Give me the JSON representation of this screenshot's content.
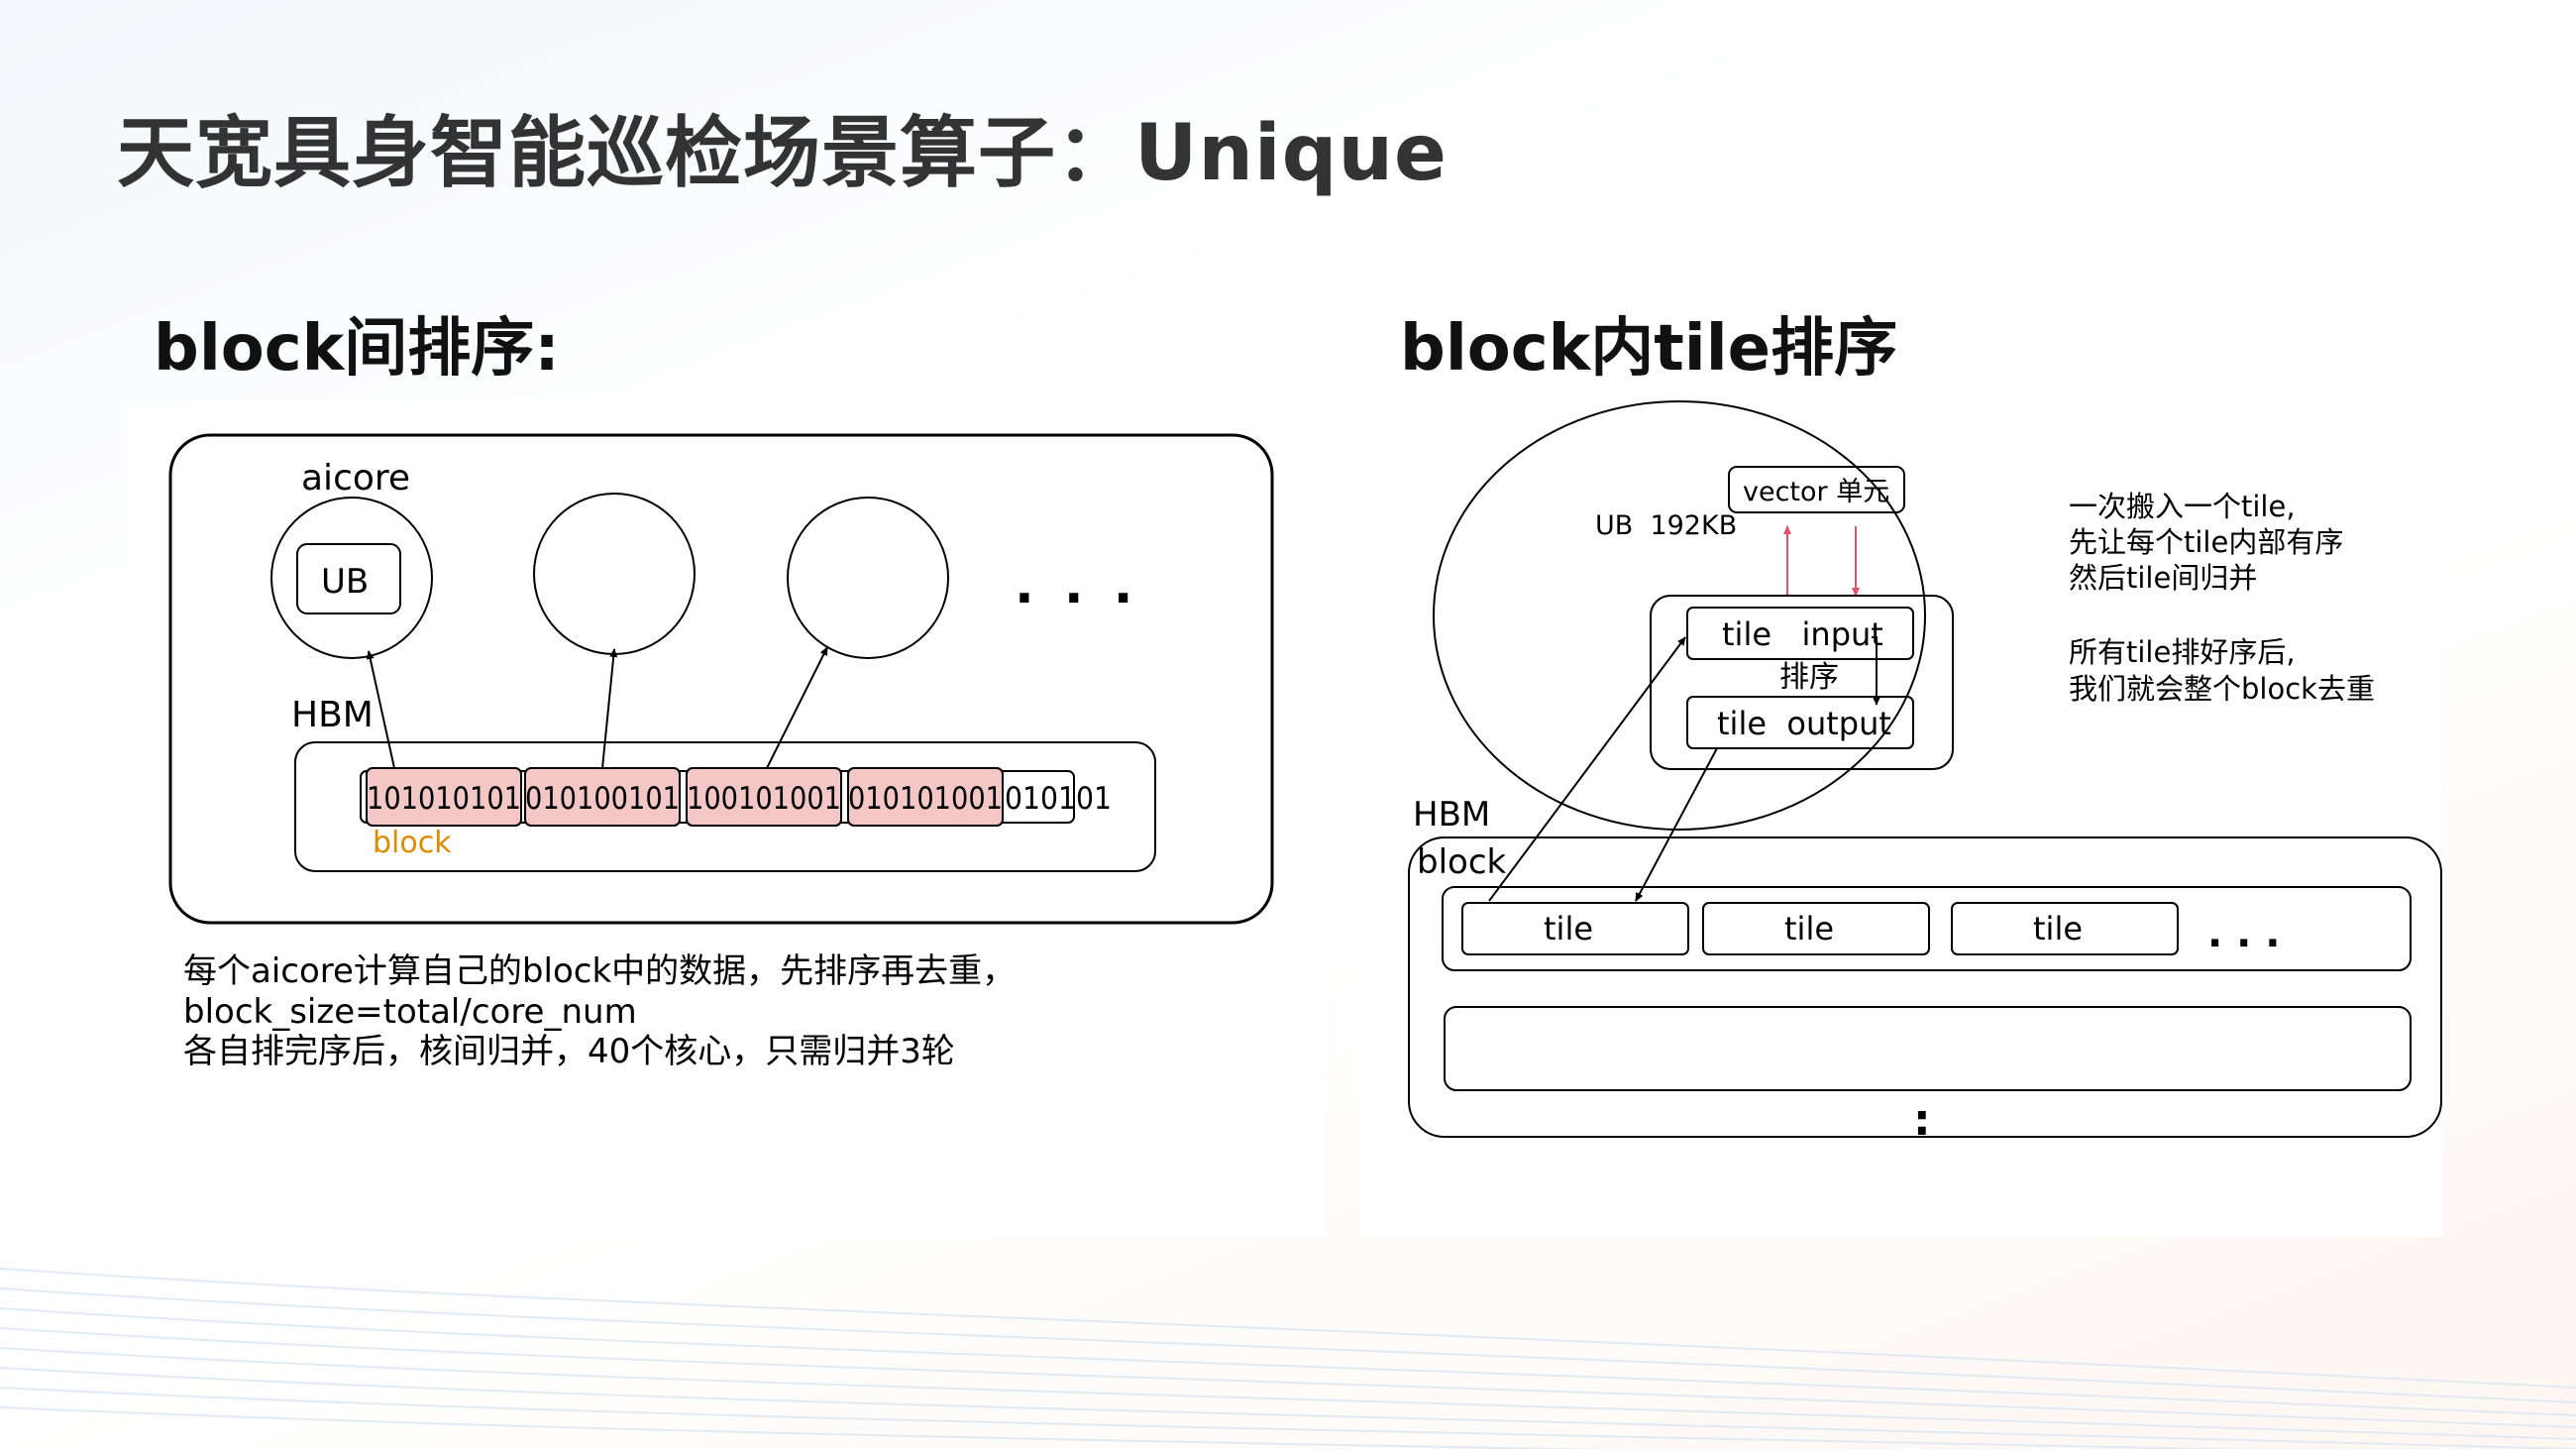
{
  "title": "天宽具身智能巡检场景算子：Unique",
  "left": {
    "heading": "block间排序:",
    "aicore_label": "aicore",
    "ub_label": "UB",
    "hbm_label": "HBM",
    "blocks": [
      "101010101",
      "010100101",
      "100101001",
      "010101001"
    ],
    "tail_bits": "010101",
    "block_label": "block",
    "ellipsis": "· · ·",
    "description": [
      "每个aicore计算自己的block中的数据，先排序再去重，",
      "block_size=total/core_num",
      "各自排完序后，核间归并，40个核心，只需归并3轮"
    ]
  },
  "right": {
    "heading": "block内tile排序",
    "vector_unit": "vector 单元",
    "ub_label": "UB  192KB",
    "tile_input": "tile   input",
    "sort_label": "排序",
    "tile_output": "tile  output",
    "hbm_label": "HBM",
    "block_label": "block",
    "tiles": [
      "tile",
      "tile",
      "tile"
    ],
    "ellipsis": ". . .",
    "vertical_dots": ":",
    "notes": [
      "一次搬入一个tile,",
      "先让每个tile内部有序",
      "然后tile间归并",
      "",
      "所有tile排好序后,",
      "我们就会整个block去重"
    ]
  },
  "colors": {
    "block_fill": "#f4c7c7",
    "block_label": "#e08a00",
    "ub_arrow": "#e0506a",
    "title_text": "#333333"
  }
}
